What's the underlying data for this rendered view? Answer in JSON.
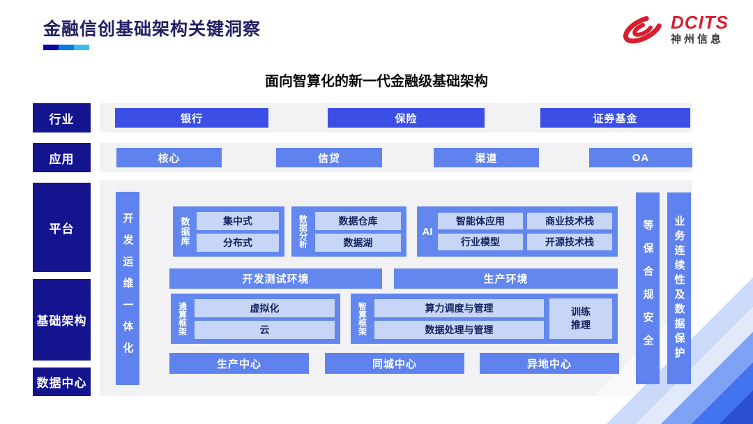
{
  "header": {
    "title": "金融信创基础架构关键洞察",
    "underline_colors": [
      "#0A0AA8",
      "#0B7ADF",
      "#3FB9EC"
    ],
    "logo": {
      "brand": "DCITS",
      "company": "神州信息",
      "color": "#D91F2F"
    }
  },
  "diagram": {
    "subtitle": "面向智算化的新一代金融级基础架构",
    "sidebar": [
      "行业",
      "应用",
      "平台",
      "基础架构",
      "数据中心"
    ],
    "industry_row": [
      "银行",
      "保险",
      "证券基金"
    ],
    "application_row": [
      "核心",
      "信贷",
      "渠道",
      "OA"
    ],
    "platform": {
      "devops_bar": "开发运维一体化",
      "database_group": {
        "label": "数据库",
        "items": [
          "集中式",
          "分布式"
        ]
      },
      "analytics_group": {
        "label": "数据分析",
        "items": [
          "数据仓库",
          "数据湖"
        ]
      },
      "ai_group": {
        "label": "AI",
        "items": [
          "智能体应用",
          "商业技术栈",
          "行业模型",
          "开源技术栈"
        ]
      },
      "env_bars": [
        "开发测试环境",
        "生产环境"
      ],
      "general_compute_group": {
        "label": "通算框架",
        "items": [
          "虚拟化",
          "云"
        ]
      },
      "ai_compute_group": {
        "label": "智算框架",
        "items": [
          "算力调度与管理",
          "数据处理与管理"
        ],
        "side_item": "训练\n推理"
      },
      "centers_row": [
        "生产中心",
        "同城中心",
        "异地中心"
      ],
      "security_bar": "等保合规安全",
      "continuity_bar": "业务连续性及数据保护"
    },
    "colors": {
      "sidebar_navy": "#14148F",
      "industry_blue": "#3B4FE6",
      "application_blue": "#5F82EE",
      "group_blue": "#6287EF",
      "light_item_blue": "#C7D6F7",
      "row_background_gray": "#F2F2F4",
      "title_navy": "#232065",
      "logo_red": "#D91F2F"
    }
  }
}
